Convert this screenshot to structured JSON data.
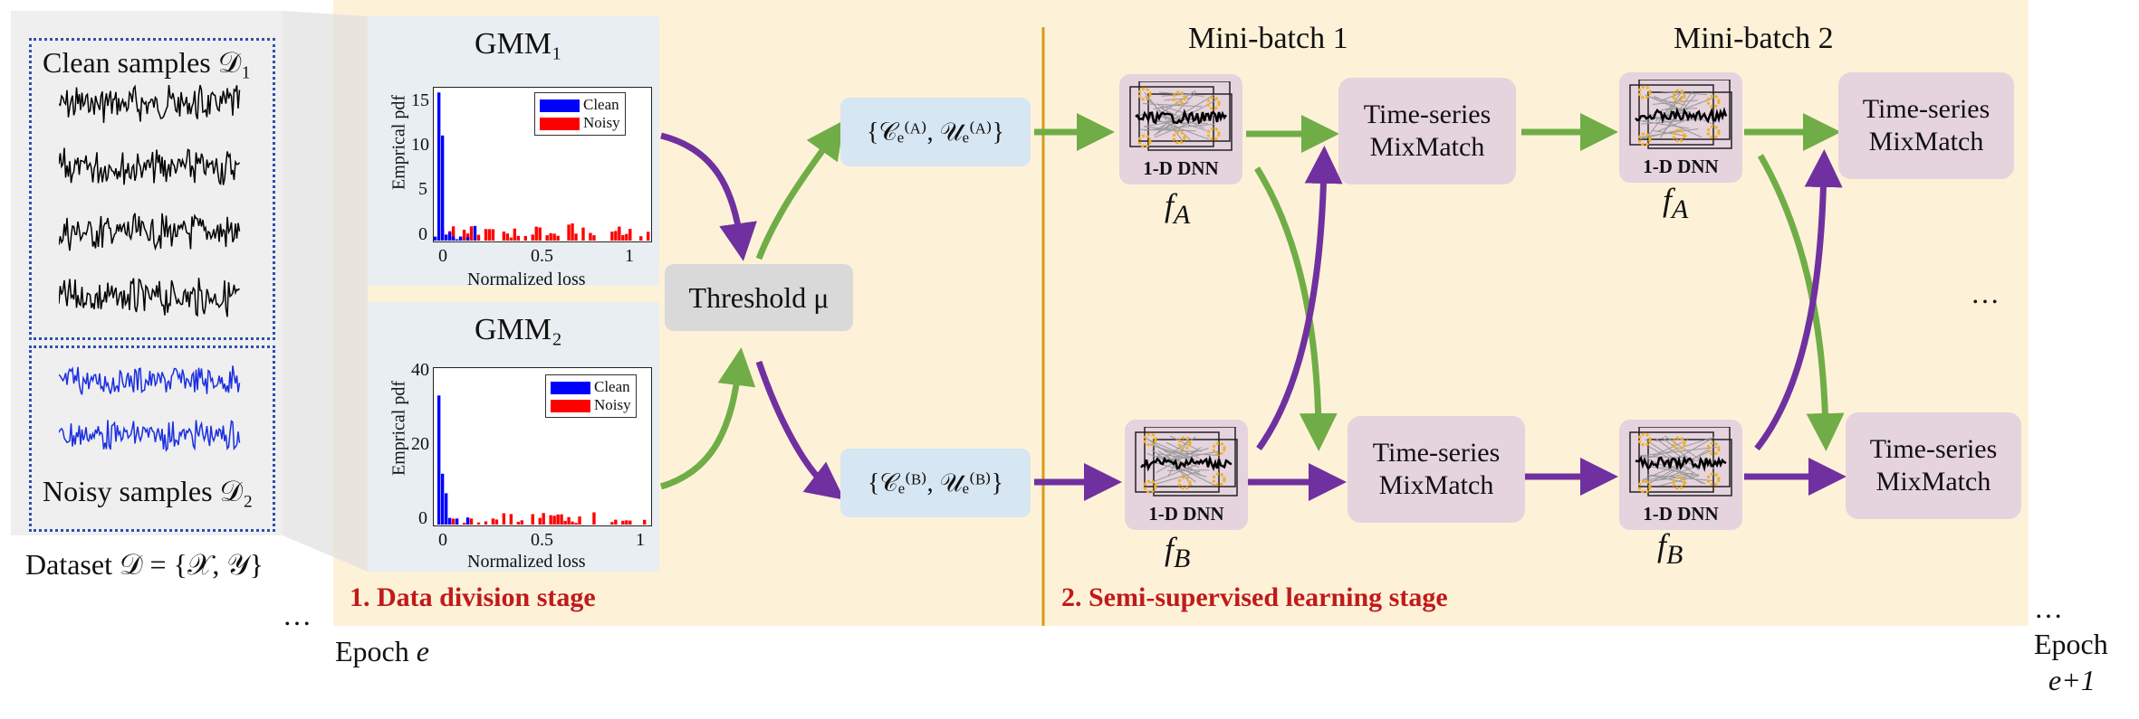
{
  "dataset": {
    "clean_label": "Clean samples 𝒟₁",
    "noisy_label": "Noisy samples 𝒟₂",
    "caption": "Dataset 𝒟 = {𝒳, 𝒴}"
  },
  "gmm1": {
    "title": "GMM₁",
    "ylabel": "Emprical pdf",
    "xlabel": "Normalized loss",
    "yticks": [
      "15",
      "10",
      "5",
      "0"
    ],
    "xticks": [
      "0",
      "0.5",
      "1"
    ],
    "legend": [
      "Clean",
      "Noisy"
    ]
  },
  "gmm2": {
    "title": "GMM₂",
    "ylabel": "Emprical pdf",
    "xlabel": "Normalized loss",
    "yticks": [
      "40",
      "20",
      "0"
    ],
    "xticks": [
      "0",
      "0.5",
      "1"
    ],
    "legend": [
      "Clean",
      "Noisy"
    ]
  },
  "sets": {
    "a": "{𝒞ₑ⁽ᴬ⁾, 𝒰ₑ⁽ᴬ⁾}",
    "b": "{𝒞ₑ⁽ᴮ⁾, 𝒰ₑ⁽ᴮ⁾}"
  },
  "threshold": "Threshold μ",
  "minibatch1": "Mini-batch 1",
  "minibatch2": "Mini-batch 2",
  "dnn_label": "1-D DNN",
  "f_a": "f",
  "f_a_sub": "A",
  "f_b": "f",
  "f_b_sub": "B",
  "mixmatch_line1": "Time-series",
  "mixmatch_line2": "MixMatch",
  "stage1": "1. Data division stage",
  "stage2": "2. Semi-supervised learning stage",
  "ellipsis": "…",
  "epoch_e_label": "Epoch ",
  "epoch_e_var": "e",
  "epoch_next_label": "Epoch",
  "epoch_next_var": "e+1",
  "colors": {
    "clean": "#0000ff",
    "noisy": "#ff0000",
    "green_arrow": "#70ad47",
    "purple_arrow": "#7030a0",
    "stage_text": "#c11a1a",
    "divider": "#d99a1a"
  }
}
